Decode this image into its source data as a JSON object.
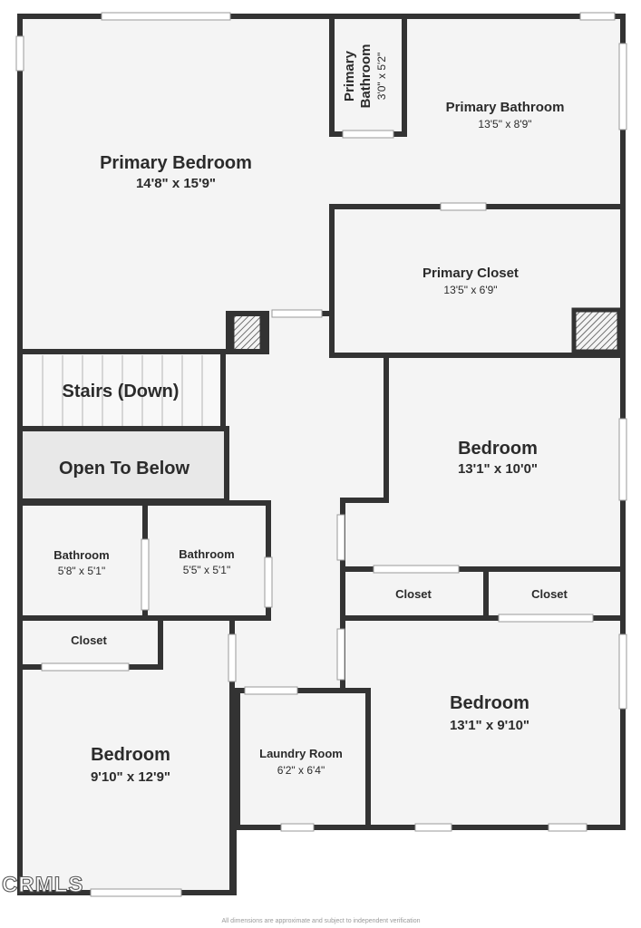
{
  "rooms": {
    "primary_bedroom": {
      "name": "Primary Bedroom",
      "dims": "14'8\" x 15'9\""
    },
    "primary_bathroom_small": {
      "name_line1": "Primary",
      "name_line2": "Bathroom",
      "dims": "3'0\" x 5'2\""
    },
    "primary_bathroom": {
      "name": "Primary Bathroom",
      "dims": "13'5\" x 8'9\""
    },
    "primary_closet": {
      "name": "Primary Closet",
      "dims": "13'5\" x 6'9\""
    },
    "stairs": {
      "name": "Stairs (Down)"
    },
    "open_to_below": {
      "name": "Open To Below"
    },
    "bedroom_right_upper": {
      "name": "Bedroom",
      "dims": "13'1\" x 10'0\""
    },
    "bathroom_left": {
      "name": "Bathroom",
      "dims": "5'8\" x 5'1\""
    },
    "bathroom_right": {
      "name": "Bathroom",
      "dims": "5'5\" x 5'1\""
    },
    "closet_mid_left": {
      "name": "Closet"
    },
    "closet_mid_right": {
      "name": "Closet"
    },
    "closet_left": {
      "name": "Closet"
    },
    "bedroom_right_lower": {
      "name": "Bedroom",
      "dims": "13'1\" x 9'10\""
    },
    "bedroom_left_lower": {
      "name": "Bedroom",
      "dims": "9'10\" x 12'9\""
    },
    "laundry_room": {
      "name": "Laundry Room",
      "dims": "6'2\" x 6'4\""
    }
  },
  "footer_note": "All dimensions are approximate and subject to independent verification",
  "watermark": "CRMLS",
  "colors": {
    "wall": "#333333",
    "floor": "#f4f4f4",
    "open_to_below": "#e8e8e8",
    "background": "#ffffff"
  }
}
